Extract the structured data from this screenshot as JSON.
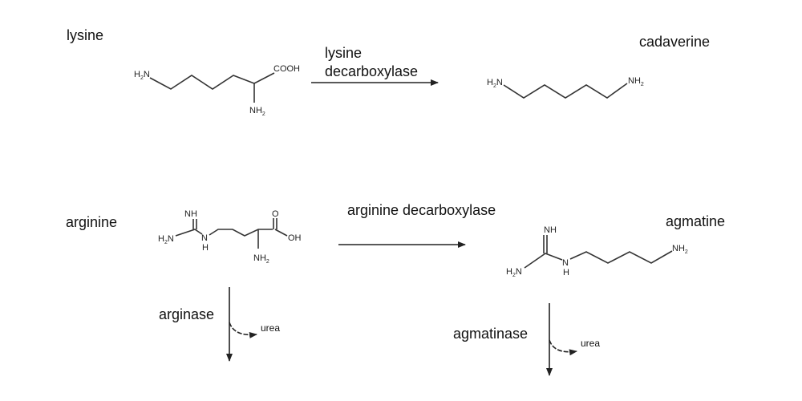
{
  "compounds": {
    "lysine": {
      "name": "lysine",
      "groups": {
        "amine": "H",
        "amine_sub": "2",
        "amine_n": "N",
        "carboxyl": "COOH",
        "alpha_amine": "NH",
        "alpha_sub": "2"
      }
    },
    "cadaverine": {
      "name": "cadaverine",
      "groups": {
        "left_h": "H",
        "left_sub": "2",
        "left_n": "N",
        "right_nh": "NH",
        "right_sub": "2"
      }
    },
    "arginine": {
      "name": "arginine",
      "groups": {
        "imine": "NH",
        "amine_h": "H",
        "amine_sub": "2",
        "amine_n": "N",
        "n": "N",
        "h": "H",
        "o": "O",
        "oh": "OH",
        "alpha_amine": "NH",
        "alpha_sub": "2"
      }
    },
    "agmatine": {
      "name": "agmatine",
      "groups": {
        "imine": "NH",
        "amine_h": "H",
        "amine_sub": "2",
        "amine_n": "N",
        "n": "N",
        "h": "H",
        "terminal_nh": "NH",
        "terminal_sub": "2"
      }
    }
  },
  "reactions": {
    "lysine_decarboxylase": {
      "line1": "lysine",
      "line2": "decarboxylase"
    },
    "arginine_decarboxylase": {
      "label": "arginine decarboxylase"
    },
    "arginase": {
      "label": "arginase",
      "byproduct": "urea"
    },
    "agmatinase": {
      "label": "agmatinase",
      "byproduct": "urea"
    }
  }
}
